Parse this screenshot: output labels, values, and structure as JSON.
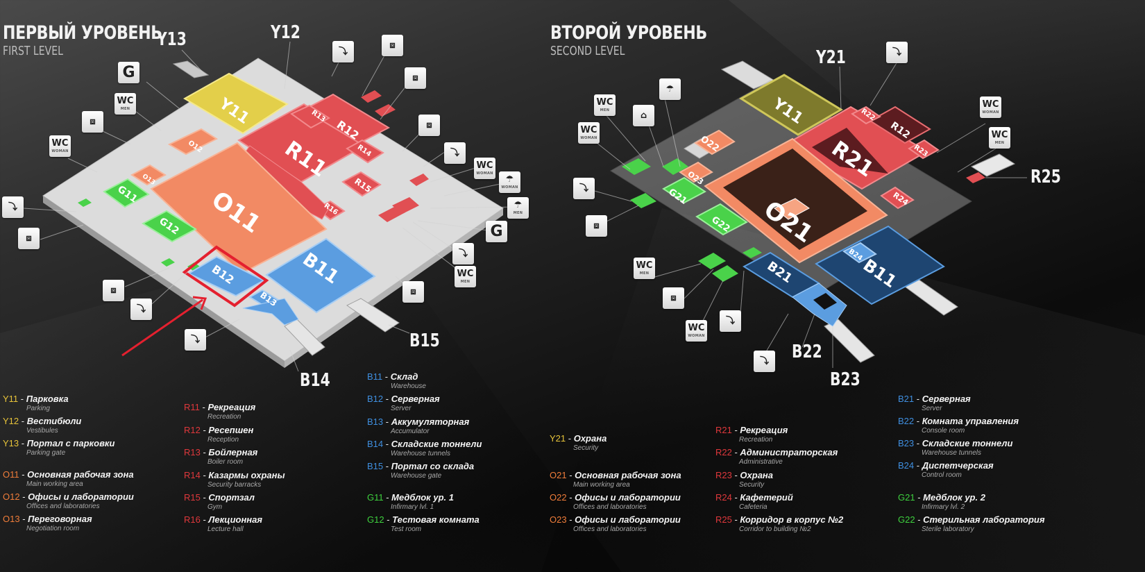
{
  "first_level": {
    "title_ru": "ПЕРВЫЙ УРОВЕНЬ",
    "title_en": "FIRST LEVEL",
    "callouts": [
      "Y13",
      "Y12",
      "B15",
      "B14"
    ],
    "rooms": {
      "Y11": "Y11",
      "O11": "O11",
      "O12": "O12",
      "O13": "O13",
      "R11": "R11",
      "R12": "R12",
      "R13": "R13",
      "R14": "R14",
      "R15": "R15",
      "R16": "R16",
      "B11": "B11",
      "B12": "B12",
      "B13": "B13",
      "G11": "G11",
      "G12": "G12"
    },
    "highlighted_room": "B12",
    "icons": [
      {
        "type": "gate-icon",
        "label": "G"
      },
      {
        "type": "wc-icon",
        "label": "WC",
        "sub": "MEN"
      },
      {
        "type": "elevator-icon",
        "label": ""
      },
      {
        "type": "wc-icon",
        "label": "WC",
        "sub": "WOMAN"
      },
      {
        "type": "stairs-icon",
        "label": ""
      },
      {
        "type": "elevator-icon",
        "label": ""
      },
      {
        "type": "stairs-icon",
        "label": ""
      },
      {
        "type": "elevator-icon",
        "label": ""
      },
      {
        "type": "elevator-icon",
        "label": ""
      },
      {
        "type": "elevator-icon",
        "label": ""
      },
      {
        "type": "stairs-icon",
        "label": ""
      },
      {
        "type": "wc-icon",
        "label": "WC",
        "sub": "WOMAN"
      },
      {
        "type": "shower-icon",
        "label": "",
        "sub": "WOMAN"
      },
      {
        "type": "shower-icon",
        "label": "",
        "sub": "MEN"
      },
      {
        "type": "gate-icon",
        "label": "G"
      },
      {
        "type": "stairs-icon",
        "label": ""
      },
      {
        "type": "wc-icon",
        "label": "WC",
        "sub": "MEN"
      },
      {
        "type": "elevator-icon",
        "label": ""
      },
      {
        "type": "elevator-icon",
        "label": ""
      },
      {
        "type": "stairs-icon",
        "label": ""
      },
      {
        "type": "stairs-icon",
        "label": ""
      }
    ]
  },
  "second_level": {
    "title_ru": "ВТОРОЙ УРОВЕНЬ",
    "title_en": "SECOND LEVEL",
    "callouts": [
      "Y21",
      "R25",
      "B22",
      "B23"
    ],
    "rooms": {
      "Y11": "Y11",
      "O21": "O21",
      "O22": "O22",
      "O23": "O23",
      "R21": "R21",
      "R22": "R22",
      "R12": "R12",
      "R23": "R23",
      "R24": "R24",
      "B21": "B21",
      "B11": "B11",
      "B24": "B24",
      "G21": "G21",
      "G22": "G22"
    },
    "icons": [
      {
        "type": "stairs-icon",
        "label": ""
      },
      {
        "type": "shower-icon",
        "label": ""
      },
      {
        "type": "wc-icon",
        "label": "WC",
        "sub": "MEN"
      },
      {
        "type": "hanger-icon",
        "label": ""
      },
      {
        "type": "wc-icon",
        "label": "WC",
        "sub": "WOMAN"
      },
      {
        "type": "stairs-icon",
        "label": ""
      },
      {
        "type": "elevator-icon",
        "label": ""
      },
      {
        "type": "wc-icon",
        "label": "WC",
        "sub": "WOMAN"
      },
      {
        "type": "wc-icon",
        "label": "WC",
        "sub": "MEN"
      },
      {
        "type": "wc-icon",
        "label": "WC",
        "sub": "MEN"
      },
      {
        "type": "elevator-icon",
        "label": ""
      },
      {
        "type": "wc-icon",
        "label": "WC",
        "sub": "WOMAN"
      },
      {
        "type": "stairs-icon",
        "label": ""
      },
      {
        "type": "stairs-icon",
        "label": ""
      }
    ]
  },
  "legend": {
    "first_level": [
      {
        "code": "Y11",
        "color": "#e8c43a",
        "ru": "Парковка",
        "en": "Parking"
      },
      {
        "code": "Y12",
        "color": "#e8c43a",
        "ru": "Вестибюли",
        "en": "Vestibules"
      },
      {
        "code": "Y13",
        "color": "#e8c43a",
        "ru": "Портал с парковки",
        "en": "Parking gate"
      },
      {
        "code": "O11",
        "color": "#f07d3a",
        "ru": "Основная рабочая зона",
        "en": "Main working area"
      },
      {
        "code": "O12",
        "color": "#f07d3a",
        "ru": "Офисы и лаборатории",
        "en": "Offices and laboratories"
      },
      {
        "code": "O13",
        "color": "#f07d3a",
        "ru": "Переговорная",
        "en": "Negotiation room"
      },
      {
        "code": "R11",
        "color": "#e0383c",
        "ru": "Рекреация",
        "en": "Recreation"
      },
      {
        "code": "R12",
        "color": "#e0383c",
        "ru": "Ресепшен",
        "en": "Reception"
      },
      {
        "code": "R13",
        "color": "#e0383c",
        "ru": "Бойлерная",
        "en": "Boiler room"
      },
      {
        "code": "R14",
        "color": "#e0383c",
        "ru": "Казармы охраны",
        "en": "Security barracks"
      },
      {
        "code": "R15",
        "color": "#e0383c",
        "ru": "Спортзал",
        "en": "Gym"
      },
      {
        "code": "R16",
        "color": "#e0383c",
        "ru": "Лекционная",
        "en": "Lecture hall"
      },
      {
        "code": "B11",
        "color": "#3f8fe0",
        "ru": "Склад",
        "en": "Warehouse"
      },
      {
        "code": "B12",
        "color": "#3f8fe0",
        "ru": "Серверная",
        "en": "Server"
      },
      {
        "code": "B13",
        "color": "#3f8fe0",
        "ru": "Аккумуляторная",
        "en": "Accumulator"
      },
      {
        "code": "B14",
        "color": "#3f8fe0",
        "ru": "Складские тоннели",
        "en": "Warehouse tunnels"
      },
      {
        "code": "B15",
        "color": "#3f8fe0",
        "ru": "Портал со склада",
        "en": "Warehouse gate"
      },
      {
        "code": "G11",
        "color": "#3ed13e",
        "ru": "Медблок ур. 1",
        "en": "Infirmary lvl. 1"
      },
      {
        "code": "G12",
        "color": "#3ed13e",
        "ru": "Тестовая комната",
        "en": "Test room"
      }
    ],
    "second_level": [
      {
        "code": "Y21",
        "color": "#e8c43a",
        "ru": "Охрана",
        "en": "Security"
      },
      {
        "code": "O21",
        "color": "#f07d3a",
        "ru": "Основная рабочая зона",
        "en": "Main working area"
      },
      {
        "code": "O22",
        "color": "#f07d3a",
        "ru": "Офисы и лаборатории",
        "en": "Offices and laboratories"
      },
      {
        "code": "O23",
        "color": "#f07d3a",
        "ru": "Офисы и лаборатории",
        "en": "Offices and laboratories"
      },
      {
        "code": "R21",
        "color": "#e0383c",
        "ru": "Рекреация",
        "en": "Recreation"
      },
      {
        "code": "R22",
        "color": "#e0383c",
        "ru": "Администраторская",
        "en": "Administrative"
      },
      {
        "code": "R23",
        "color": "#e0383c",
        "ru": "Охрана",
        "en": "Security"
      },
      {
        "code": "R24",
        "color": "#e0383c",
        "ru": "Кафетерий",
        "en": "Cafeteria"
      },
      {
        "code": "R25",
        "color": "#e0383c",
        "ru": "Корридор в корпус №2",
        "en": "Corridor to building №2"
      },
      {
        "code": "B21",
        "color": "#3f8fe0",
        "ru": "Серверная",
        "en": "Server"
      },
      {
        "code": "B22",
        "color": "#3f8fe0",
        "ru": "Комната управления",
        "en": "Console room"
      },
      {
        "code": "B23",
        "color": "#3f8fe0",
        "ru": "Складские тоннели",
        "en": "Warehouse tunnels"
      },
      {
        "code": "B24",
        "color": "#3f8fe0",
        "ru": "Диспетчерская",
        "en": "Control room"
      },
      {
        "code": "G21",
        "color": "#3ed13e",
        "ru": "Медблок ур. 2",
        "en": "Infirmary lvl. 2"
      },
      {
        "code": "G22",
        "color": "#3ed13e",
        "ru": "Стерильная лаборатория",
        "en": "Sterile laboratory"
      }
    ]
  },
  "colors": {
    "yellow": "#e3cf4a",
    "orange": "#f28a64",
    "red": "#e14f53",
    "blue": "#5b9de0",
    "green": "#4ad24a",
    "highlight": "#e4202f",
    "slab": "#d9d9d9"
  }
}
